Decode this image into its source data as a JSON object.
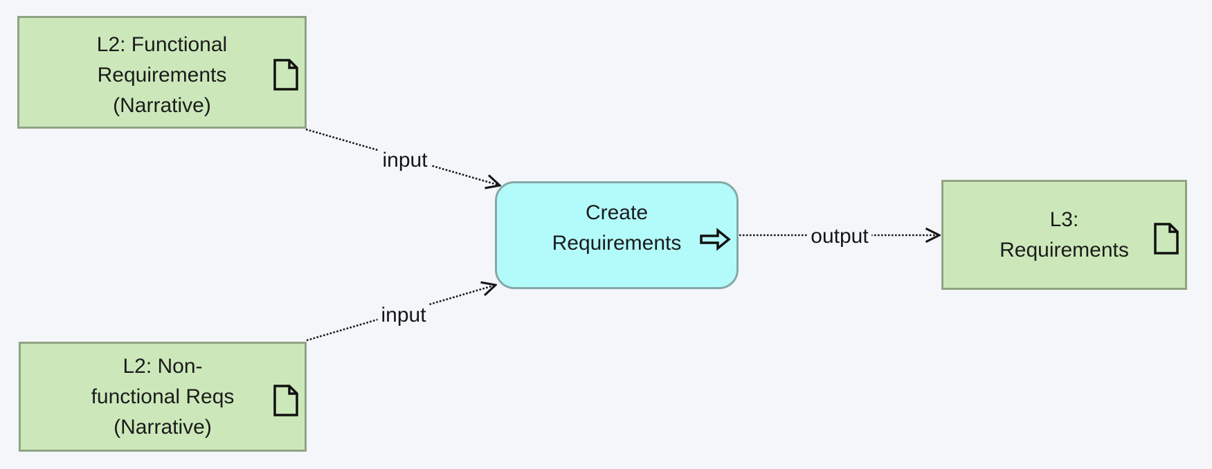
{
  "canvas": {
    "background_color": "#f4f6f9",
    "text_color": "#1b1b1b"
  },
  "nodes": {
    "functional_reqs": {
      "label": "L2: Functional\nRequirements\n(Narrative)",
      "icon": "document-icon",
      "fill": "#cce8ba",
      "border_color": "#8fa383"
    },
    "nonfunctional_reqs": {
      "label": "L2: Non-\nfunctional Reqs\n(Narrative)",
      "icon": "document-icon",
      "fill": "#cce8ba",
      "border_color": "#8fa383"
    },
    "create_requirements": {
      "label": "Create\nRequirements",
      "icon": "process-arrow-icon",
      "fill": "#b3fafa",
      "border_color": "#85a8a8"
    },
    "l3_requirements": {
      "label": "L3:\nRequirements",
      "icon": "document-icon",
      "fill": "#cce8ba",
      "border_color": "#8fa383"
    }
  },
  "edges": {
    "input_top": {
      "label": "input",
      "style": "dotted-open-arrow",
      "from": "functional_reqs",
      "to": "create_requirements"
    },
    "input_bottom": {
      "label": "input",
      "style": "dotted-open-arrow",
      "from": "nonfunctional_reqs",
      "to": "create_requirements"
    },
    "output": {
      "label": "output",
      "style": "dotted-open-arrow",
      "from": "create_requirements",
      "to": "l3_requirements"
    }
  }
}
